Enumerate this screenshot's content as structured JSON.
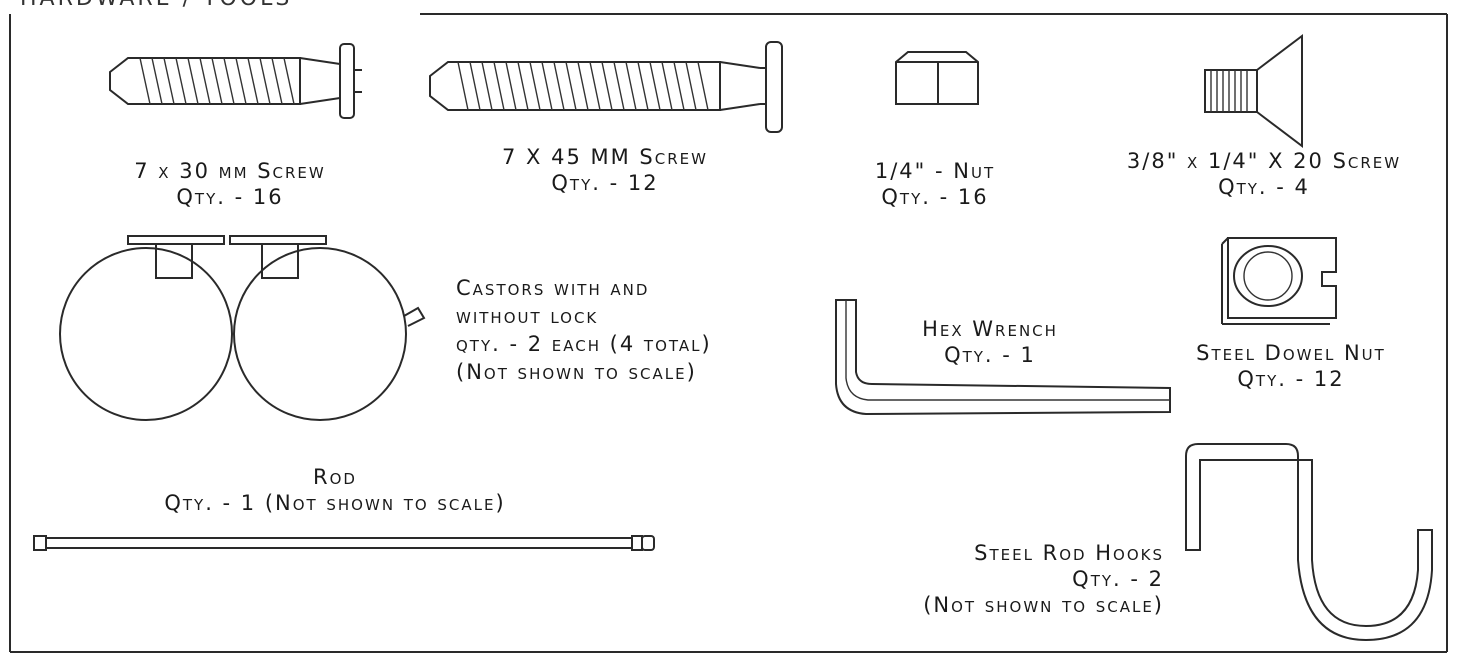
{
  "header": {
    "title": "HARDWARE / TOOLS"
  },
  "items": {
    "screw30": {
      "name": "7 x 30 mm Screw",
      "qty": "Qty. - 16"
    },
    "screw45": {
      "name": "7 X 45 MM Screw",
      "qty": "Qty. - 12"
    },
    "nut": {
      "name": "1/4\" - Nut",
      "qty": "Qty. - 16"
    },
    "screw20": {
      "name": "3/8\" x 1/4\" X 20 Screw",
      "qty": "Qty. - 4"
    },
    "castors": {
      "line1": "Castors with and",
      "line2": "without lock",
      "line3": "qty. - 2 each (4 total)",
      "line4": "(Not shown to scale)"
    },
    "hex": {
      "name": "Hex Wrench",
      "qty": "Qty. - 1"
    },
    "dowel": {
      "name": "Steel Dowel Nut",
      "qty": "Qty. - 12"
    },
    "rod": {
      "name": "Rod",
      "qty": "Qty. - 1 (Not shown to scale)"
    },
    "hooks": {
      "name": "Steel Rod Hooks",
      "qty": "Qty. - 2",
      "note": "(Not shown to scale)"
    }
  }
}
